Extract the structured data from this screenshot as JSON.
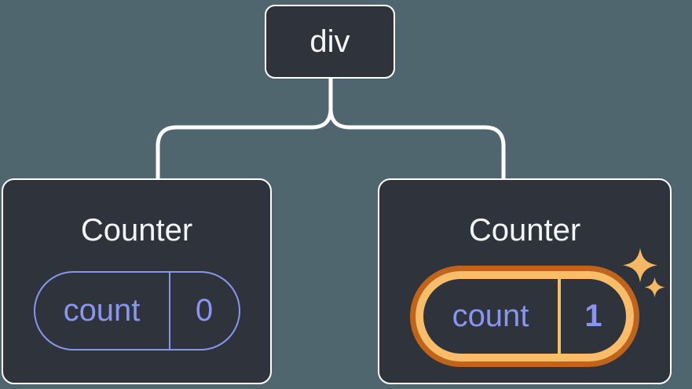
{
  "diagram": {
    "type": "component-tree",
    "root": {
      "label": "div"
    },
    "children": [
      {
        "title": "Counter",
        "state": {
          "key": "count",
          "value": "0"
        },
        "highlighted": false
      },
      {
        "title": "Counter",
        "state": {
          "key": "count",
          "value": "1"
        },
        "highlighted": true
      }
    ],
    "colors": {
      "background": "#4f666e",
      "node_fill": "#2e333c",
      "node_border": "#ffffff",
      "connector": "#ffffff",
      "state_accent": "#8996f0",
      "highlight_ring_outer": "#c1631a",
      "highlight_ring_inner": "#f9bd6a",
      "sparkle": "#f7b863",
      "title_text": "#f5f6f7"
    }
  }
}
